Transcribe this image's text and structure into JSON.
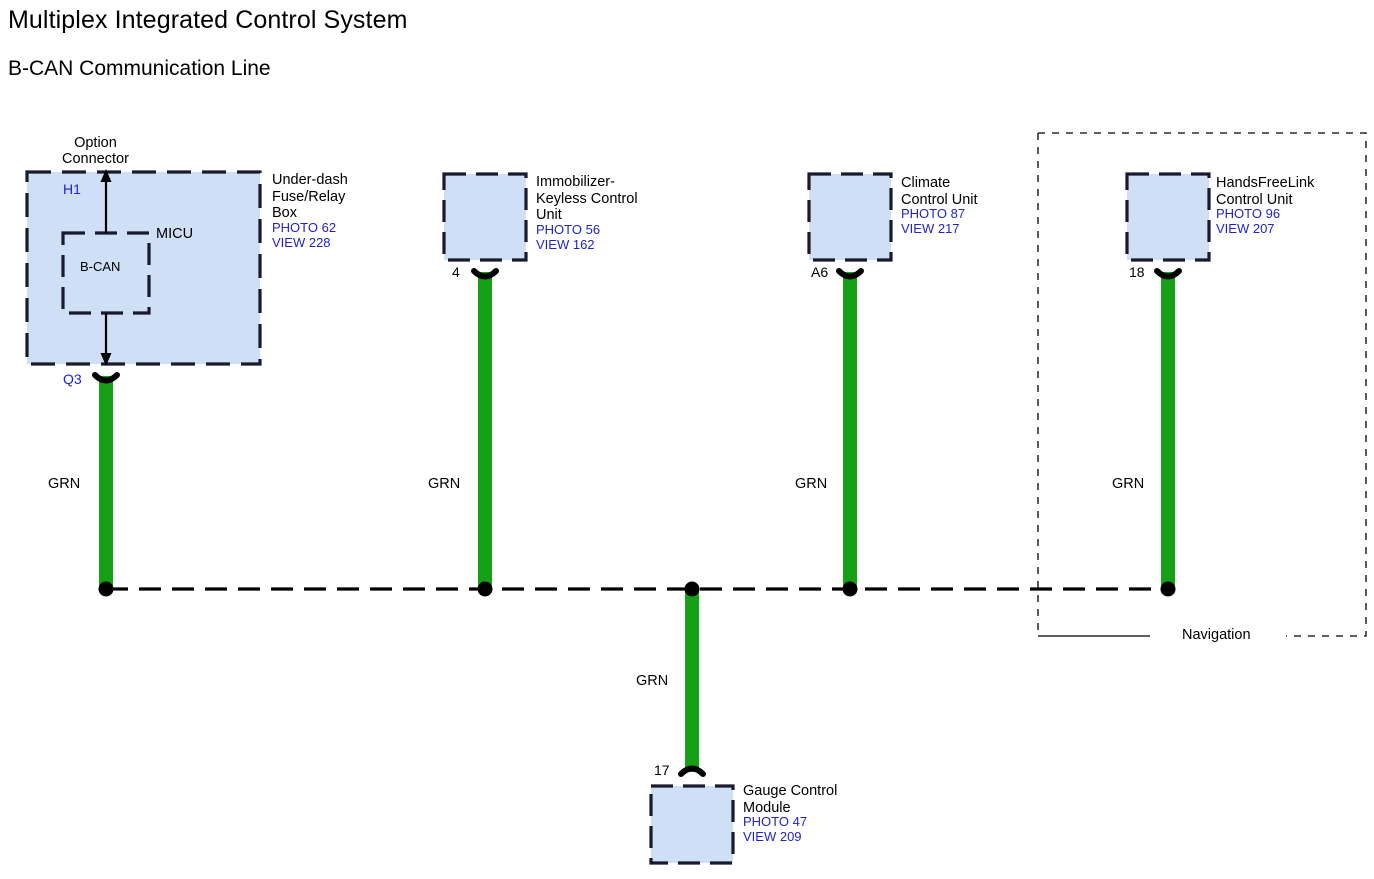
{
  "title": {
    "main": "Multiplex Integrated Control System",
    "sub": "B-CAN Communication Line"
  },
  "colors": {
    "wire_green": "#16a016",
    "module_fill": "#cfdff5",
    "module_border": "#1a1a2e",
    "ref_blue": "#2222cc",
    "line_black": "#000000"
  },
  "modules": [
    {
      "id": "under-dash-fuse-relay-box",
      "name_lines": [
        "Under-dash",
        "Fuse/Relay",
        "Box"
      ],
      "photo": "PHOTO 62",
      "view": "VIEW 228",
      "terminal": "Q3",
      "terminal_color": "blue",
      "inner_block_label": "MICU",
      "inner_sub_label": "B-CAN",
      "top_connector_label_lines": [
        "Option",
        "Connector"
      ],
      "top_terminal": "H1",
      "wire_label": "GRN"
    },
    {
      "id": "immobilizer-keyless-control-unit",
      "name_lines": [
        "Immobilizer-",
        "Keyless Control",
        "Unit"
      ],
      "photo": "PHOTO 56",
      "view": "VIEW 162",
      "terminal": "4",
      "terminal_color": "black",
      "wire_label": "GRN"
    },
    {
      "id": "climate-control-unit",
      "name_lines": [
        "Climate",
        "Control Unit"
      ],
      "photo": "PHOTO 87",
      "view": "VIEW 217",
      "terminal": "A6",
      "terminal_color": "black",
      "wire_label": "GRN"
    },
    {
      "id": "handsfreelink-control-unit",
      "name_lines": [
        "HandsFreeLink",
        "Control Unit"
      ],
      "photo": "PHOTO 96",
      "view": "VIEW 207",
      "terminal": "18",
      "terminal_color": "black",
      "wire_label": "GRN"
    },
    {
      "id": "gauge-control-module",
      "name_lines": [
        "Gauge Control",
        "Module"
      ],
      "photo": "PHOTO 47",
      "view": "VIEW 209",
      "terminal": "17",
      "terminal_color": "black",
      "wire_label": "GRN"
    }
  ],
  "groups": [
    {
      "id": "navigation-group",
      "label": "Navigation"
    }
  ],
  "bus": {
    "junction_count": 5,
    "style": "dashed"
  }
}
